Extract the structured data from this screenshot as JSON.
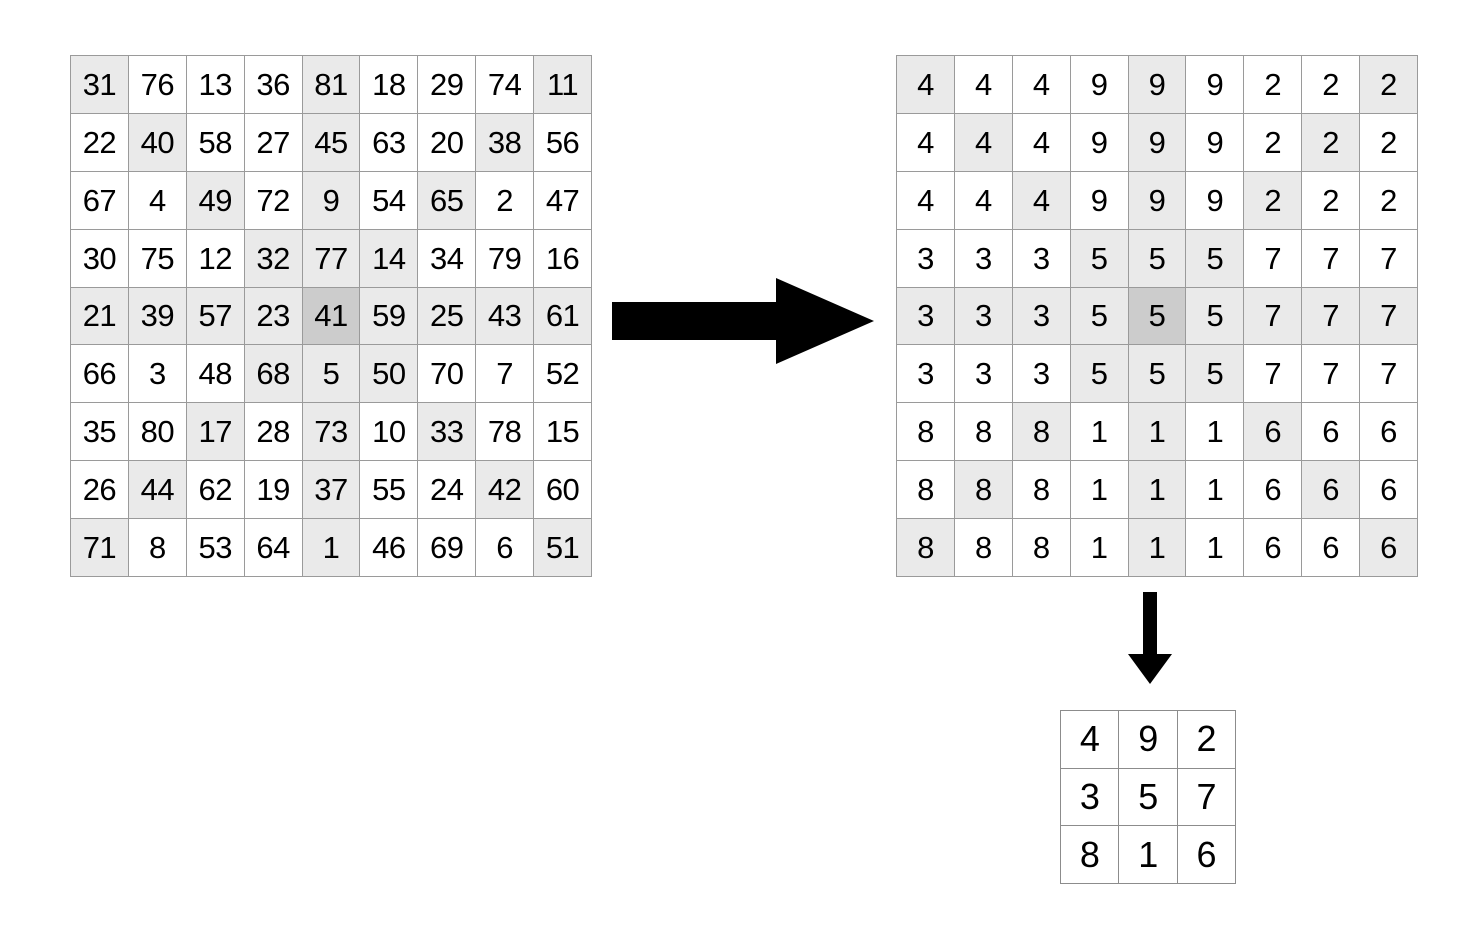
{
  "diagram": {
    "title": "",
    "colors": {
      "cell_background": "#ffffff",
      "cell_shade_light": "#eaeaea",
      "cell_shade_dark": "#cccccc",
      "grid_line": "#9a9a9a",
      "arrow": "#000000",
      "text": "#000000"
    },
    "icons": {
      "arrow_right": "arrow-right-icon",
      "arrow_down": "arrow-down-icon"
    }
  },
  "chart_data": {
    "type": "table",
    "title": "",
    "input_grid": {
      "name": "input-grid",
      "rows": 9,
      "cols": 9,
      "values": [
        [
          31,
          76,
          13,
          36,
          81,
          18,
          29,
          74,
          11
        ],
        [
          22,
          40,
          58,
          27,
          45,
          63,
          20,
          38,
          56
        ],
        [
          67,
          4,
          49,
          72,
          9,
          54,
          65,
          2,
          47
        ],
        [
          30,
          75,
          12,
          32,
          77,
          14,
          34,
          79,
          16
        ],
        [
          21,
          39,
          57,
          23,
          41,
          59,
          25,
          43,
          61
        ],
        [
          66,
          3,
          48,
          68,
          5,
          50,
          70,
          7,
          52
        ],
        [
          35,
          80,
          17,
          28,
          73,
          10,
          33,
          78,
          15
        ],
        [
          26,
          44,
          62,
          19,
          37,
          55,
          24,
          42,
          60
        ],
        [
          71,
          8,
          53,
          64,
          1,
          46,
          69,
          6,
          51
        ]
      ],
      "shading": [
        [
          1,
          0,
          0,
          0,
          1,
          0,
          0,
          0,
          1
        ],
        [
          0,
          1,
          0,
          0,
          1,
          0,
          0,
          1,
          0
        ],
        [
          0,
          0,
          1,
          0,
          1,
          0,
          1,
          0,
          0
        ],
        [
          0,
          0,
          0,
          1,
          1,
          1,
          0,
          0,
          0
        ],
        [
          1,
          1,
          1,
          1,
          2,
          1,
          1,
          1,
          1
        ],
        [
          0,
          0,
          0,
          1,
          1,
          1,
          0,
          0,
          0
        ],
        [
          0,
          0,
          1,
          0,
          1,
          0,
          1,
          0,
          0
        ],
        [
          0,
          1,
          0,
          0,
          1,
          0,
          0,
          1,
          0
        ],
        [
          1,
          0,
          0,
          0,
          1,
          0,
          0,
          0,
          1
        ]
      ]
    },
    "block_grid": {
      "name": "block-grid",
      "rows": 9,
      "cols": 9,
      "values": [
        [
          4,
          4,
          4,
          9,
          9,
          9,
          2,
          2,
          2
        ],
        [
          4,
          4,
          4,
          9,
          9,
          9,
          2,
          2,
          2
        ],
        [
          4,
          4,
          4,
          9,
          9,
          9,
          2,
          2,
          2
        ],
        [
          3,
          3,
          3,
          5,
          5,
          5,
          7,
          7,
          7
        ],
        [
          3,
          3,
          3,
          5,
          5,
          5,
          7,
          7,
          7
        ],
        [
          3,
          3,
          3,
          5,
          5,
          5,
          7,
          7,
          7
        ],
        [
          8,
          8,
          8,
          1,
          1,
          1,
          6,
          6,
          6
        ],
        [
          8,
          8,
          8,
          1,
          1,
          1,
          6,
          6,
          6
        ],
        [
          8,
          8,
          8,
          1,
          1,
          1,
          6,
          6,
          6
        ]
      ],
      "shading": [
        [
          1,
          0,
          0,
          0,
          1,
          0,
          0,
          0,
          1
        ],
        [
          0,
          1,
          0,
          0,
          1,
          0,
          0,
          1,
          0
        ],
        [
          0,
          0,
          1,
          0,
          1,
          0,
          1,
          0,
          0
        ],
        [
          0,
          0,
          0,
          1,
          1,
          1,
          0,
          0,
          0
        ],
        [
          1,
          1,
          1,
          1,
          2,
          1,
          1,
          1,
          1
        ],
        [
          0,
          0,
          0,
          1,
          1,
          1,
          0,
          0,
          0
        ],
        [
          0,
          0,
          1,
          0,
          1,
          0,
          1,
          0,
          0
        ],
        [
          0,
          1,
          0,
          0,
          1,
          0,
          0,
          1,
          0
        ],
        [
          1,
          0,
          0,
          0,
          1,
          0,
          0,
          0,
          1
        ]
      ]
    },
    "result_grid": {
      "name": "result-grid",
      "rows": 3,
      "cols": 3,
      "values": [
        [
          4,
          9,
          2
        ],
        [
          3,
          5,
          7
        ],
        [
          8,
          1,
          6
        ]
      ],
      "shading": [
        [
          0,
          0,
          0
        ],
        [
          0,
          0,
          0
        ],
        [
          0,
          0,
          0
        ]
      ]
    }
  }
}
